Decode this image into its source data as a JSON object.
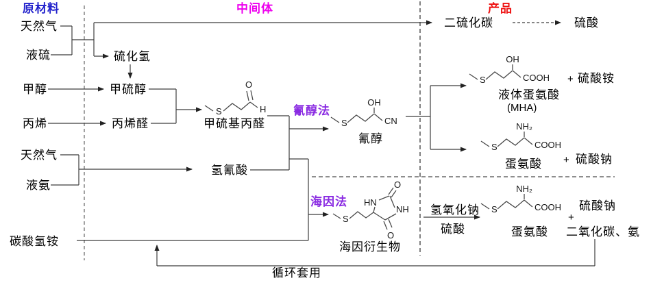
{
  "sections": {
    "raw_materials": {
      "label": "原材料",
      "color": "#2222cc"
    },
    "intermediates": {
      "label": "中间体",
      "color": "#ee00ee"
    },
    "products_hdr": {
      "label": "产品",
      "color": "#ee1111"
    }
  },
  "raw_materials": {
    "natural_gas": "天然气",
    "liquid_sulfur": "液硫",
    "methanol": "甲醇",
    "propylene": "丙烯",
    "liquid_ammonia": "液氨",
    "ammonium_bicarbonate": "碳酸氢铵"
  },
  "intermediates": {
    "hydrogen_sulfide": "硫化氢",
    "methyl_mercaptan": "甲硫醇",
    "acrolein": "丙烯醛",
    "methylthio_propanal": "甲硫基丙醛",
    "hydrocyanic_acid": "氢氰酸",
    "cyanohydrin": "氰醇",
    "hydantoin_derivative": "海因衍生物"
  },
  "routes": {
    "color": "#8a2be2",
    "cyanohydrin_method": "氰醇法",
    "hydantoin_method": "海因法"
  },
  "reagents": {
    "sodium_hydroxide": "氢氧化钠",
    "sulfuric_acid": "硫酸"
  },
  "products": {
    "carbon_disulfide": "二硫化碳",
    "sulfuric_acid": "硫酸",
    "liquid_methionine": "液体蛋氨酸",
    "mha_abbr": "(MHA)",
    "plus": "+",
    "ammonium_sulfate": "硫酸铵",
    "methionine": "蛋氨酸",
    "sodium_sulfate": "硫酸钠",
    "co2_ammonia": "二氧化碳、氨"
  },
  "recycle": {
    "label": "循环套用"
  },
  "atoms": {
    "s": "S",
    "o": "O",
    "h": "H",
    "oh": "OH",
    "cn": "CN",
    "cooh": "COOH",
    "nh2": "NH₂",
    "hn": "HN",
    "nh": "NH"
  }
}
